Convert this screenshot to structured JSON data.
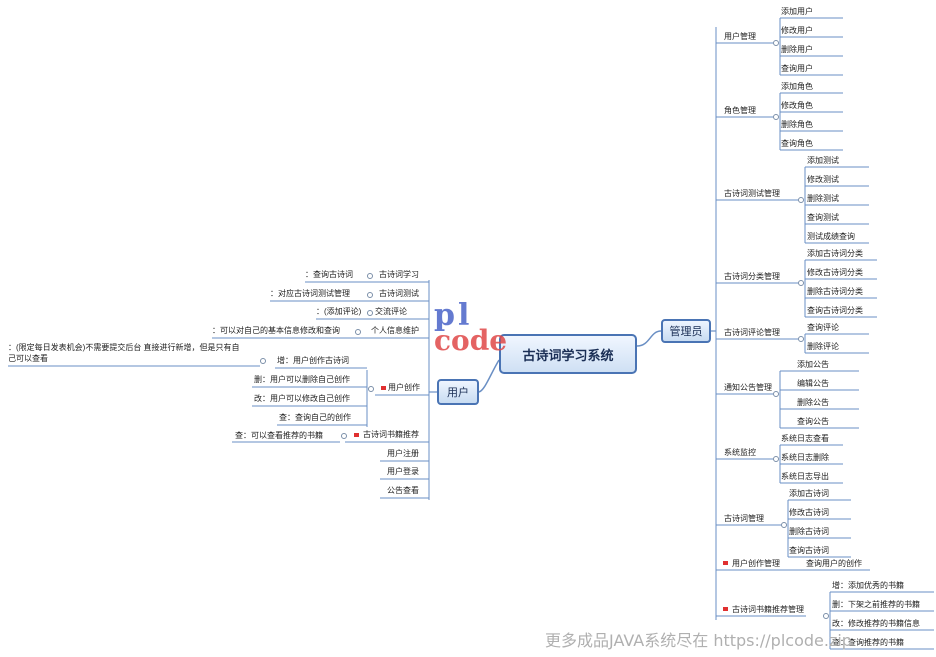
{
  "central": "古诗词学习系统",
  "admin": {
    "label": "管理员",
    "branches": [
      {
        "label": "用户管理",
        "children": [
          "添加用户",
          "修改用户",
          "删除用户",
          "查询用户"
        ]
      },
      {
        "label": "角色管理",
        "children": [
          "添加角色",
          "修改角色",
          "删除角色",
          "查询角色"
        ]
      },
      {
        "label": "古诗词测试管理",
        "children": [
          "添加测试",
          "修改测试",
          "删除测试",
          "查询测试",
          "测试成绩查询"
        ]
      },
      {
        "label": "古诗词分类管理",
        "children": [
          "添加古诗词分类",
          "修改古诗词分类",
          "删除古诗词分类",
          "查询古诗词分类"
        ]
      },
      {
        "label": "古诗词评论管理",
        "children": [
          "查询评论",
          "删除评论"
        ]
      },
      {
        "label": "通知公告管理",
        "children": [
          "添加公告",
          "编辑公告",
          "删除公告",
          "查询公告"
        ]
      },
      {
        "label": "系统监控",
        "children": [
          "系统日志查看",
          "系统日志删除",
          "系统日志导出"
        ]
      },
      {
        "label": "古诗词管理",
        "children": [
          "添加古诗词",
          "修改古诗词",
          "删除古诗词",
          "查询古诗词"
        ]
      },
      {
        "label": "用户创作管理",
        "children": [
          "查询用户的创作"
        ]
      },
      {
        "label": "古诗词书籍推荐管理",
        "children": [
          "增：添加优秀的书籍",
          "删：下架之前推荐的书籍",
          "改：修改推荐的书籍信息",
          "查：查询推荐的书籍"
        ]
      }
    ]
  },
  "user": {
    "label": "用户",
    "branches": [
      {
        "label": "古诗词学习",
        "note": "：查询古诗词"
      },
      {
        "label": "古诗词测试",
        "note": "：对应古诗词测试管理"
      },
      {
        "label": "交流评论",
        "note": "：(添加评论)"
      },
      {
        "label": "个人信息维护",
        "note": "：可以对自己的基本信息修改和查询"
      },
      {
        "label": "用户创作",
        "children": [
          "增：用户创作古诗词",
          "删：用户可以删除自己创作",
          "改：用户可以修改自己创作",
          "查：查询自己的创作"
        ],
        "note_line1": "：(限定每日发表机会)不需要提交后台 直接进行新增，但是只有自",
        "note_line2": "己可以查看"
      },
      {
        "label": "古诗词书籍推荐",
        "children": [
          "查：可以查看推荐的书籍"
        ]
      },
      {
        "label": "用户注册"
      },
      {
        "label": "用户登录"
      },
      {
        "label": "公告查看"
      }
    ]
  },
  "watermark": "更多成品JAVA系统尽在 https://plcode.zip",
  "logo": {
    "p": "p",
    "l": "l",
    "code": "code"
  },
  "colors": {
    "line": "#6a8fc4",
    "flag": "#e03030",
    "box_border": "#4a74b4"
  }
}
